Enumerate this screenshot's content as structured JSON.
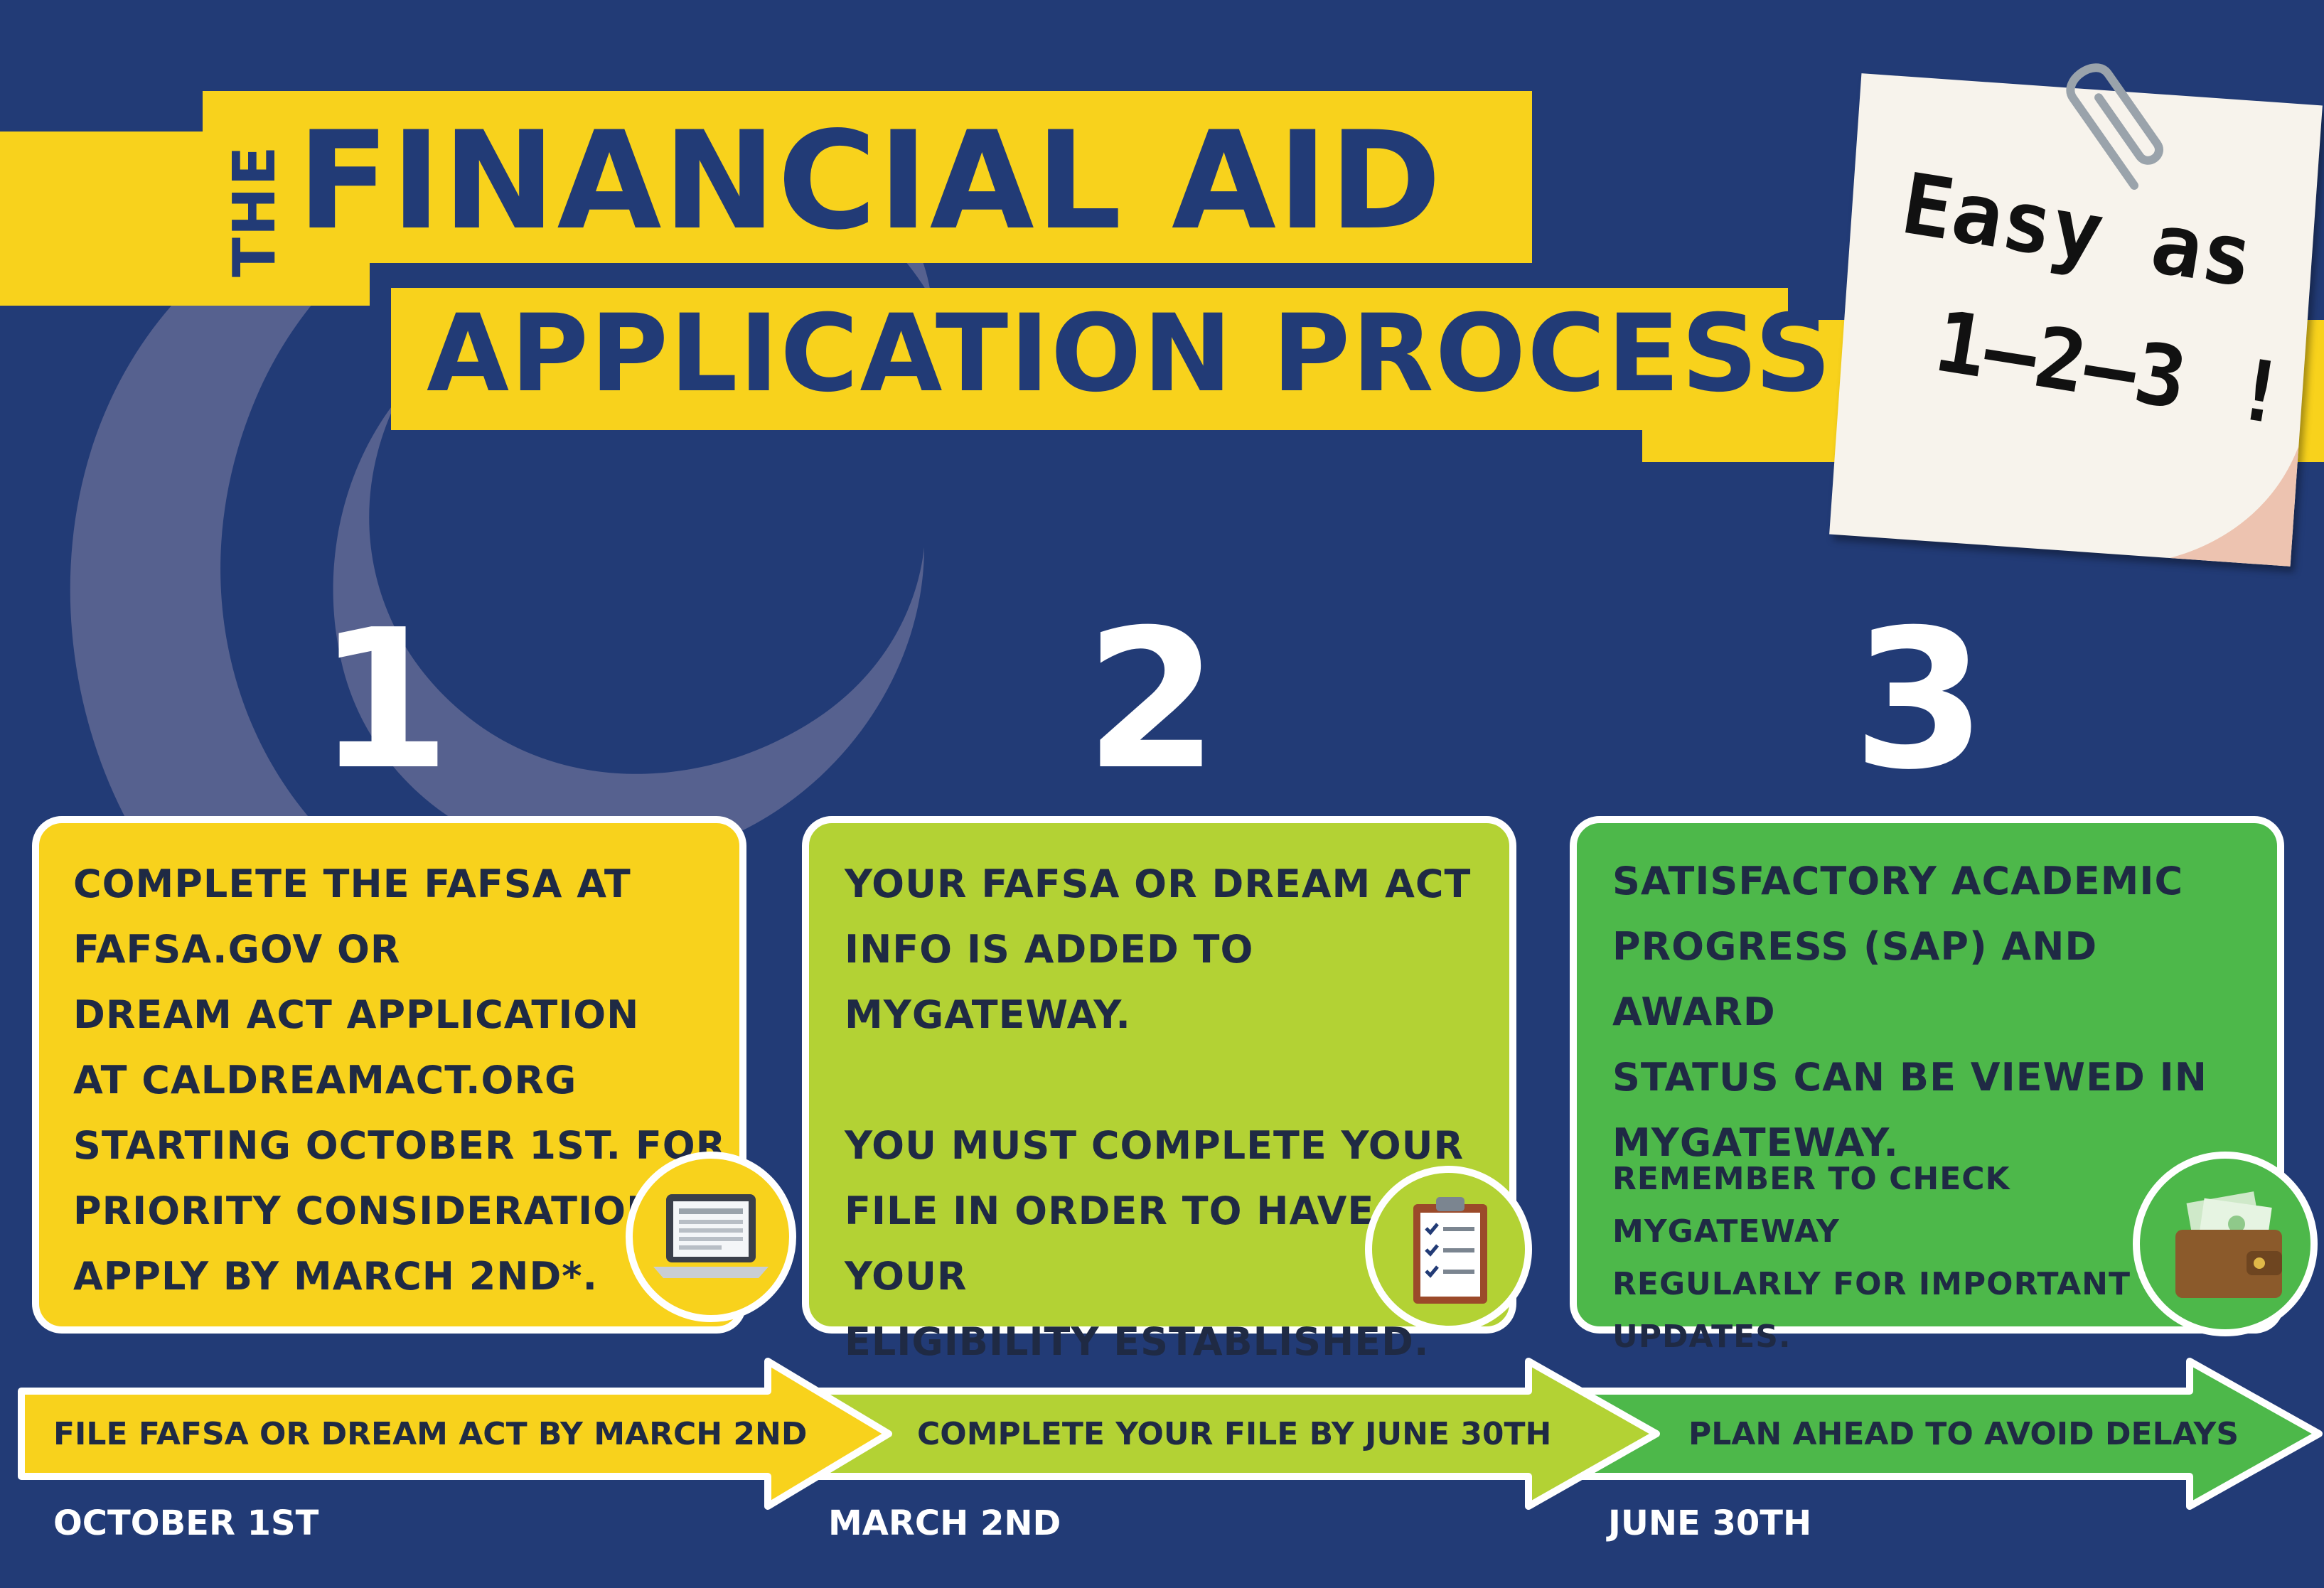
{
  "title": {
    "the": "THE",
    "line1": "FINANCIAL AID",
    "line2": "APPLICATION PROCESS"
  },
  "note": {
    "line1": "Easy as",
    "line2": "1–2–3 !"
  },
  "steps": [
    {
      "number": "1",
      "text": "COMPLETE THE FAFSA AT\nFAFSA.GOV OR\nDREAM ACT APPLICATION\nAT CALDREAMACT.ORG\nSTARTING OCTOBER 1ST. FOR\nPRIORITY CONSIDERATION,\nAPPLY BY MARCH 2ND*.",
      "icon": "laptop-icon"
    },
    {
      "number": "2",
      "text": "YOUR FAFSA OR DREAM ACT\nINFO IS ADDED TO MYGATEWAY.\n\nYOU MUST COMPLETE YOUR\nFILE IN ORDER TO HAVE YOUR\nELIGIBILITY ESTABLISHED.",
      "icon": "clipboard-checklist-icon"
    },
    {
      "number": "3",
      "text": "SATISFACTORY ACADEMIC\nPROGRESS (SAP) AND AWARD\nSTATUS CAN BE VIEWED IN\nMYGATEWAY.",
      "small_text": "REMEMBER TO CHECK MYGATEWAY\nREGULARLY FOR IMPORTANT\nUPDATES.",
      "icon": "wallet-money-icon"
    }
  ],
  "timeline": {
    "arrows": [
      "FILE FAFSA OR DREAM ACT BY MARCH 2ND",
      "COMPLETE YOUR FILE BY JUNE 30TH",
      "PLAN AHEAD TO AVOID DELAYS"
    ],
    "dates": [
      "OCTOBER 1ST",
      "MARCH 2ND",
      "JUNE 30TH"
    ]
  },
  "colors": {
    "background": "#223b76",
    "yellow": "#f8d21c",
    "lime": "#b3d234",
    "green": "#4db84a",
    "swirl": "#56618f",
    "note_paper": "#f7f3ec"
  }
}
